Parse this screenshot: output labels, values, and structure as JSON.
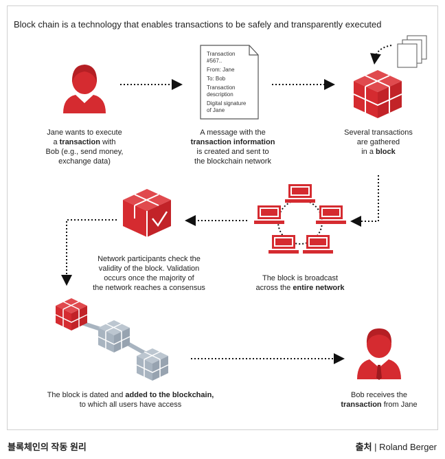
{
  "title": "Block chain is a technology that enables transactions to be safely and transparently executed",
  "document": {
    "line1": "Transaction",
    "line2": "#567..",
    "from": "From: Jane",
    "to": "To: Bob",
    "desc1": "Transaction",
    "desc2": "description",
    "sig1": "Digital signature",
    "sig2": "of Jane"
  },
  "steps": {
    "s1": {
      "pre": "Jane wants to execute",
      "pre2": "a ",
      "bold": "transaction",
      "post": " with",
      "line3": "Bob (e.g., send money,",
      "line4": "exchange data)"
    },
    "s2": {
      "pre": "A message with the",
      "bold": "transaction information",
      "line3": "is created and sent to",
      "line4": "the blockchain network"
    },
    "s3": {
      "pre": "Several transactions",
      "line2": "are gathered",
      "pre3": "in a ",
      "bold": "block"
    },
    "s4": {
      "pre": "The block is broadcast",
      "pre2": "across the ",
      "bold": "entire network"
    },
    "s5": {
      "line1": "Network participants check the",
      "line2": "validity of the block. Validation",
      "line3": "occurs once the majority of",
      "line4": "the network reaches a consensus"
    },
    "s6": {
      "pre": "The block is dated and ",
      "bold": "added to the blockchain,",
      "line2": "to which all users have access"
    },
    "s7": {
      "line1": "Bob receives the",
      "bold": "transaction",
      "post": " from Jane"
    }
  },
  "footer": {
    "left": "블록체인의 작동 원리",
    "right_bold": "출처",
    "right_sep": " | ",
    "right_text": "Roland Berger"
  },
  "colors": {
    "accent": "#d52b30",
    "grey": "#a8b4c0",
    "text": "#222222"
  }
}
